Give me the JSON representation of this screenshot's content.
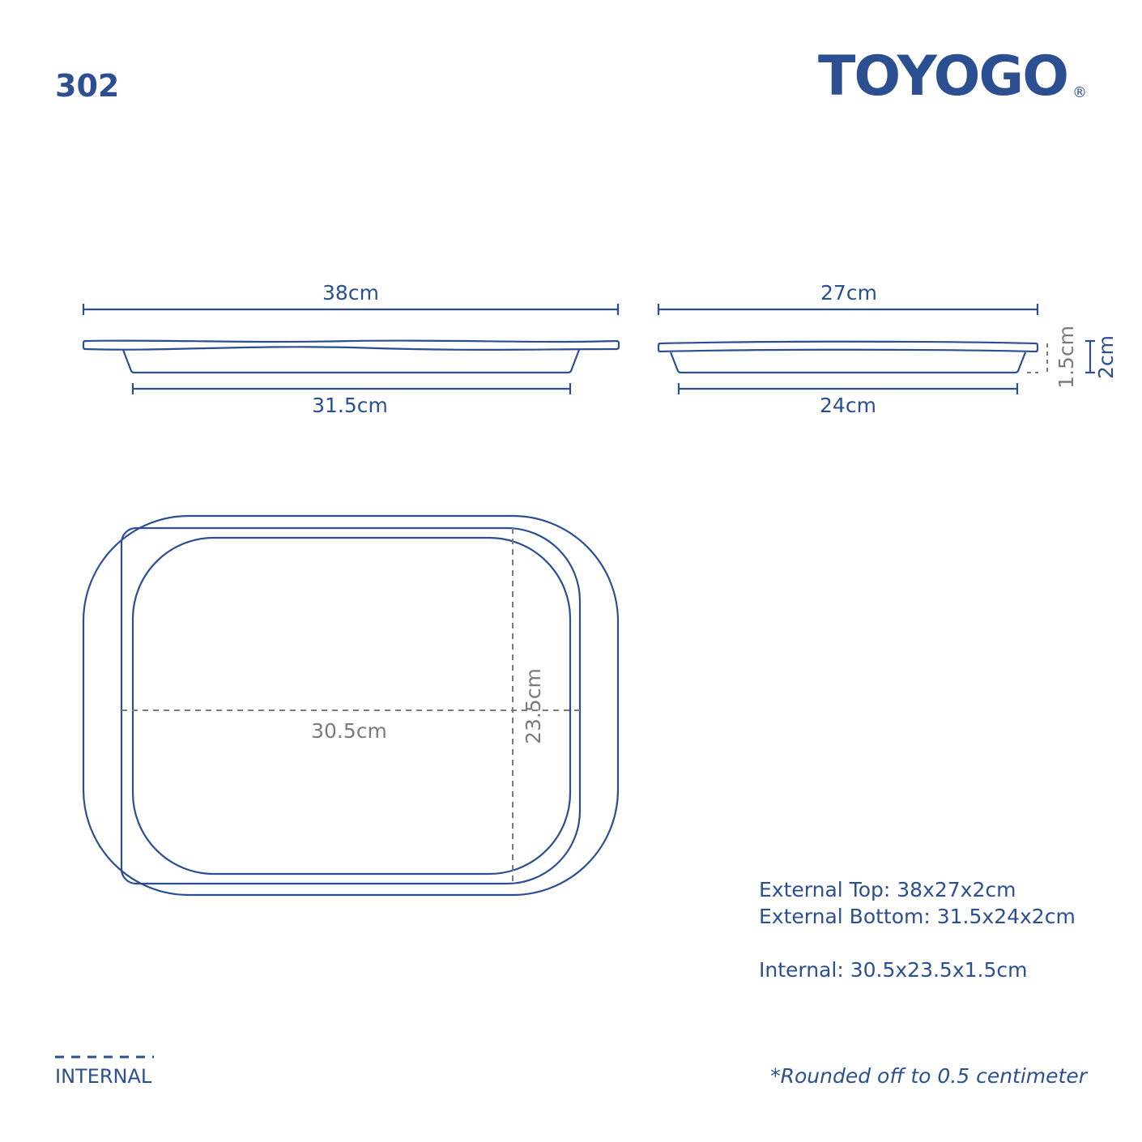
{
  "model_number": "302",
  "brand": {
    "name": "TOYOGO",
    "registered_mark": "®"
  },
  "side_view_length": {
    "top_width": "38cm",
    "bottom_width": "31.5cm"
  },
  "side_view_width": {
    "top_width": "27cm",
    "bottom_width": "24cm",
    "internal_depth": "1.5cm",
    "external_height": "2cm"
  },
  "top_view": {
    "internal_length": "30.5cm",
    "internal_width": "23.5cm"
  },
  "specs": {
    "external_top": "External Top: 38x27x2cm",
    "external_bottom": "External Bottom: 31.5x24x2cm",
    "internal": "Internal: 30.5x23.5x1.5cm"
  },
  "legend": {
    "internal_label": "INTERNAL"
  },
  "footnote": "*Rounded off to 0.5 centimeter",
  "colors": {
    "primary": "#2c4f92",
    "dimension_grey": "#7b7b7b"
  }
}
